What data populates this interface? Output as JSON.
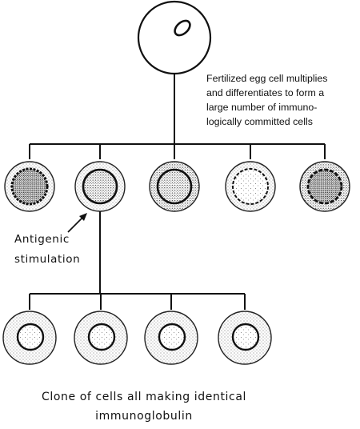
{
  "top_caption": {
    "line1": "Fertilized egg cell multiplies",
    "line2": "and differentiates to form a",
    "line3": "large number of immuno-",
    "line4": "logically committed cells"
  },
  "antigen_label": {
    "line1": "Antigenic",
    "line2": "stimulation"
  },
  "bottom_caption": {
    "line1": "Clone of cells all making identical",
    "line2": "immunoglobulin"
  }
}
